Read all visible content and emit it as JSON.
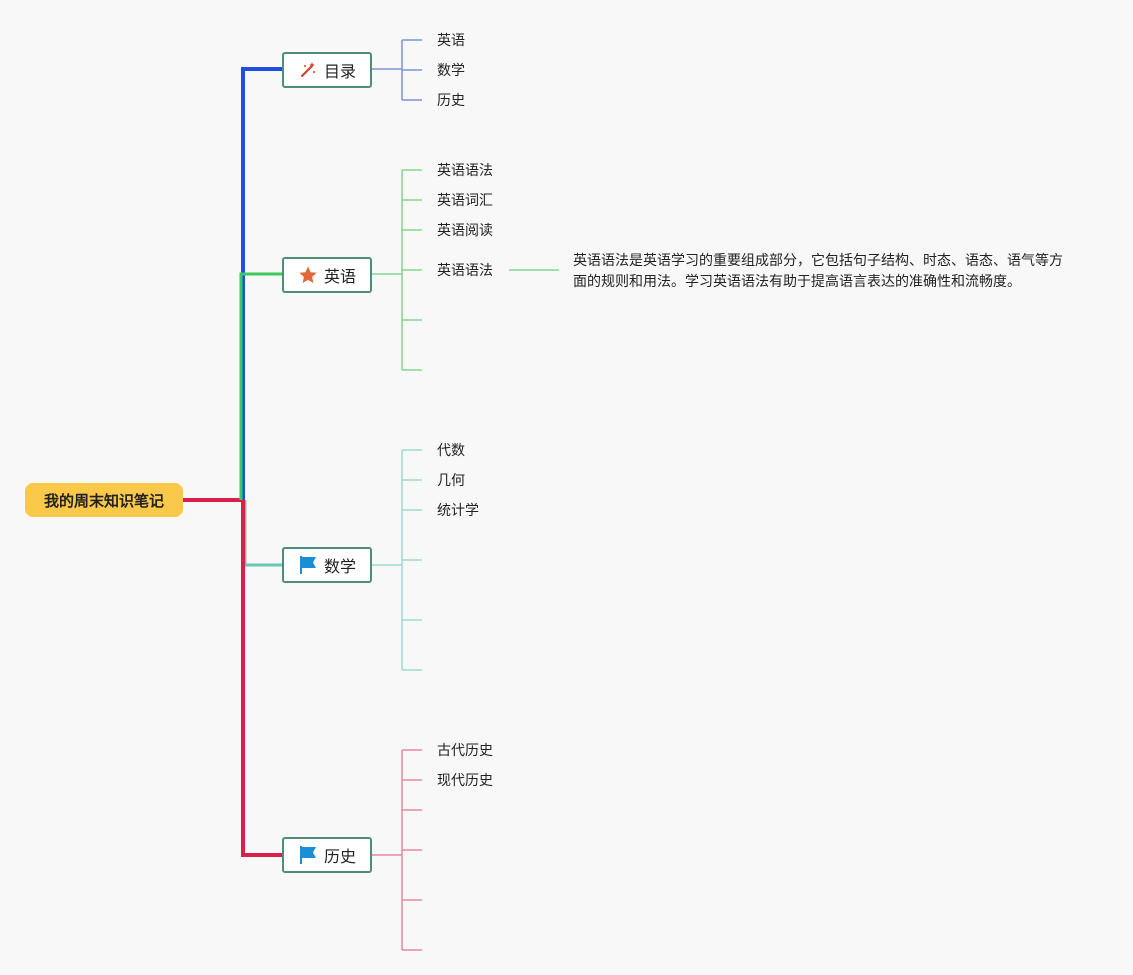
{
  "root": {
    "label": "我的周末知识笔记",
    "color": "#fbc94a"
  },
  "branches": [
    {
      "label": "目录",
      "icon": "magic-wand-icon",
      "color": "#1d4fe0",
      "leaf_color": "#7b96d6",
      "leaves": [
        "英语",
        "数学",
        "历史"
      ]
    },
    {
      "label": "英语",
      "icon": "star-icon",
      "color": "#3cc85a",
      "leaf_color": "#7fd890",
      "leaves": [
        "英语语法",
        "英语词汇",
        "英语阅读",
        "英语语法",
        "",
        ""
      ],
      "note": "英语语法是英语学习的重要组成部分，它包括句子结构、时态、语态、语气等方面的规则和用法。学习英语语法有助于提高语言表达的准确性和流畅度。"
    },
    {
      "label": "数学",
      "icon": "flag-icon",
      "color": "#68c6b4",
      "leaf_color": "#9fd9cd",
      "leaves": [
        "代数",
        "几何",
        "统计学",
        "",
        "",
        ""
      ]
    },
    {
      "label": "历史",
      "icon": "flag-icon",
      "color": "#dc1f4a",
      "leaf_color": "#e8889c",
      "leaves": [
        "古代历史",
        "现代历史",
        "",
        "",
        "",
        ""
      ]
    }
  ]
}
